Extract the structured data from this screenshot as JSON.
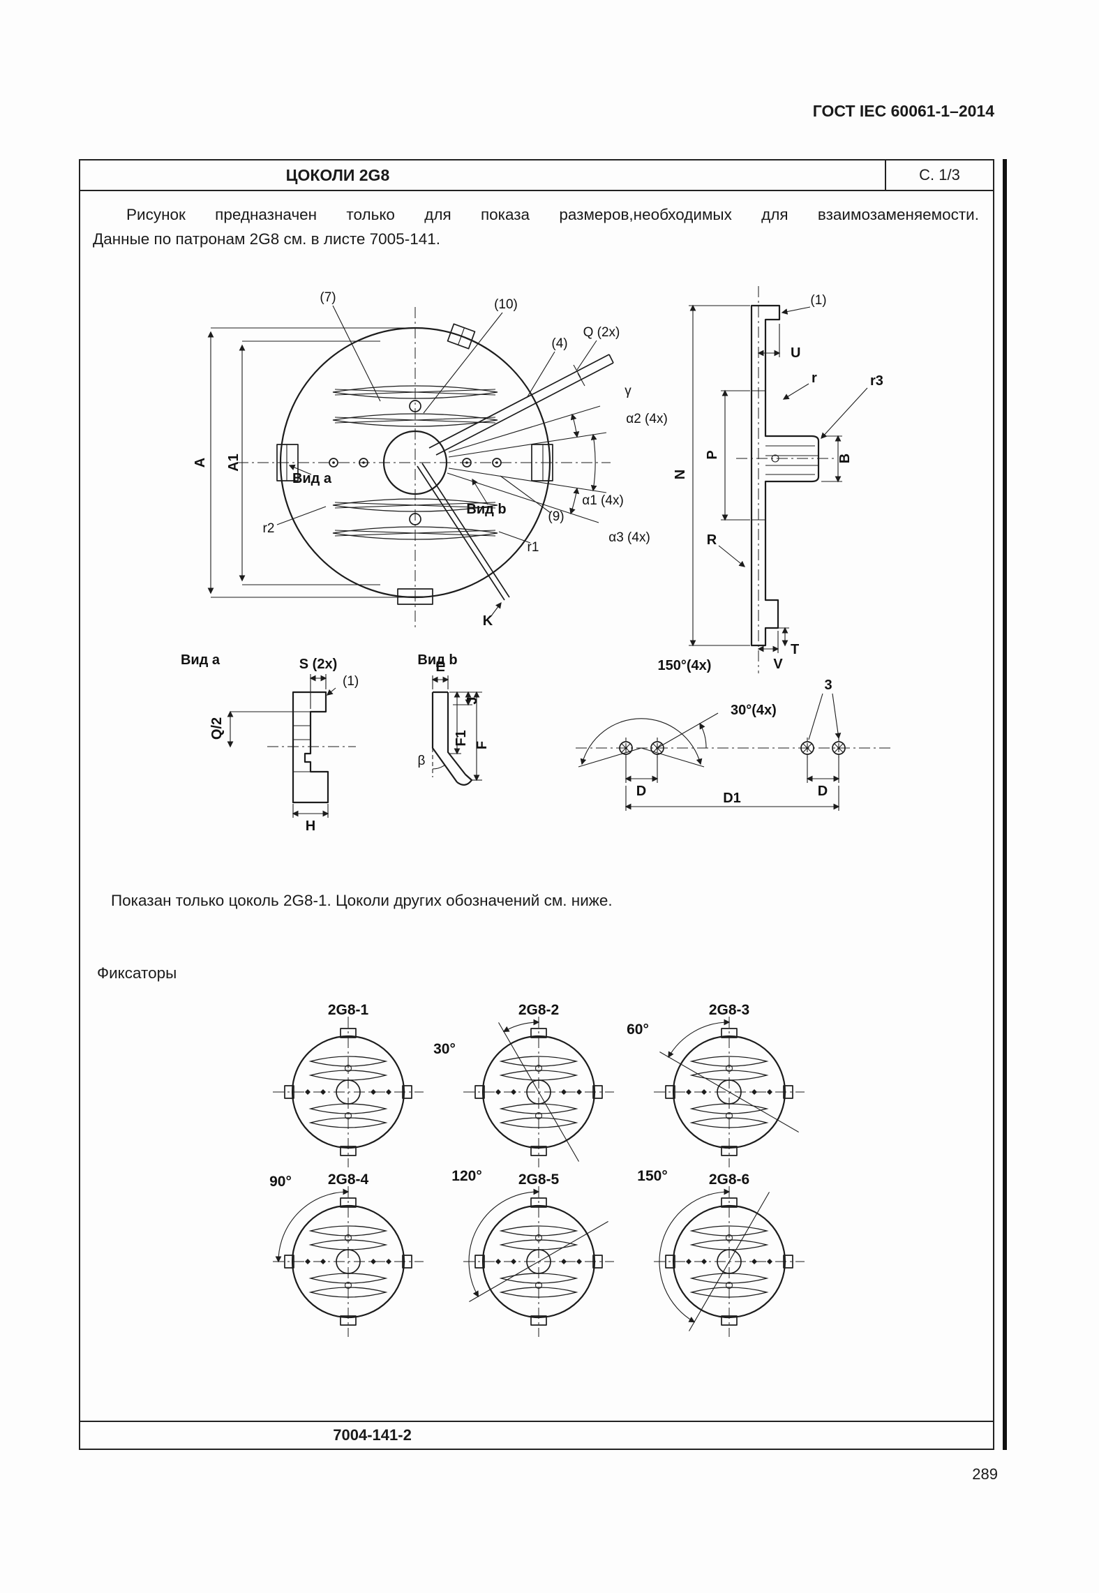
{
  "page": {
    "header": "ГОСТ IEC 60061-1–2014",
    "number": "289"
  },
  "sheet": {
    "title": "ЦОКОЛИ 2G8",
    "page_indicator": "С. 1/3",
    "intro_line1": "Рисунок предназначен только для показа размеров,необходимых для взаимозаменяемости.",
    "intro_line2": "Данные по патронам 2G8 см. в листе 7005-141.",
    "note": "Показан только цоколь 2G8-1. Цоколи других обозначений см. ниже.",
    "fixators_heading": "Фиксаторы",
    "doc_number": "7004-141-2"
  },
  "labels": {
    "front": {
      "ref7": "(7)",
      "ref10": "(10)",
      "ref4": "(4)",
      "q2x": "Q (2x)",
      "gamma": "γ",
      "alpha2": "α2 (4x)",
      "alpha1": "α1 (4x)",
      "alpha3": "α3 (4x)",
      "ref9": "(9)",
      "view_a": "Вид a",
      "view_b": "Вид b",
      "r2": "r2",
      "r1": "r1",
      "k": "K",
      "a": "A",
      "a1": "A1"
    },
    "side": {
      "ref1": "(1)",
      "u": "U",
      "r": "r",
      "r3": "r3",
      "b": "B",
      "p": "P",
      "n": "N",
      "big_r": "R",
      "t": "T",
      "v": "V"
    },
    "view_a": {
      "title": "Вид a",
      "s2x": "S (2x)",
      "ref1": "(1)",
      "q_half": "Q/2",
      "h": "H"
    },
    "view_b": {
      "title": "Вид b",
      "e": "E",
      "j": "J",
      "f1": "F1",
      "f": "F",
      "beta": "β"
    },
    "pins": {
      "a150": "150°(4x)",
      "a30": "30°(4x)",
      "three": "3",
      "d_left": "D",
      "d_right": "D",
      "d1": "D1"
    }
  },
  "fixators": [
    {
      "name": "2G8-1",
      "angle": ""
    },
    {
      "name": "2G8-2",
      "angle": "30°"
    },
    {
      "name": "2G8-3",
      "angle": "60°"
    },
    {
      "name": "2G8-4",
      "angle": "90°"
    },
    {
      "name": "2G8-5",
      "angle": "120°"
    },
    {
      "name": "2G8-6",
      "angle": "150°"
    }
  ]
}
